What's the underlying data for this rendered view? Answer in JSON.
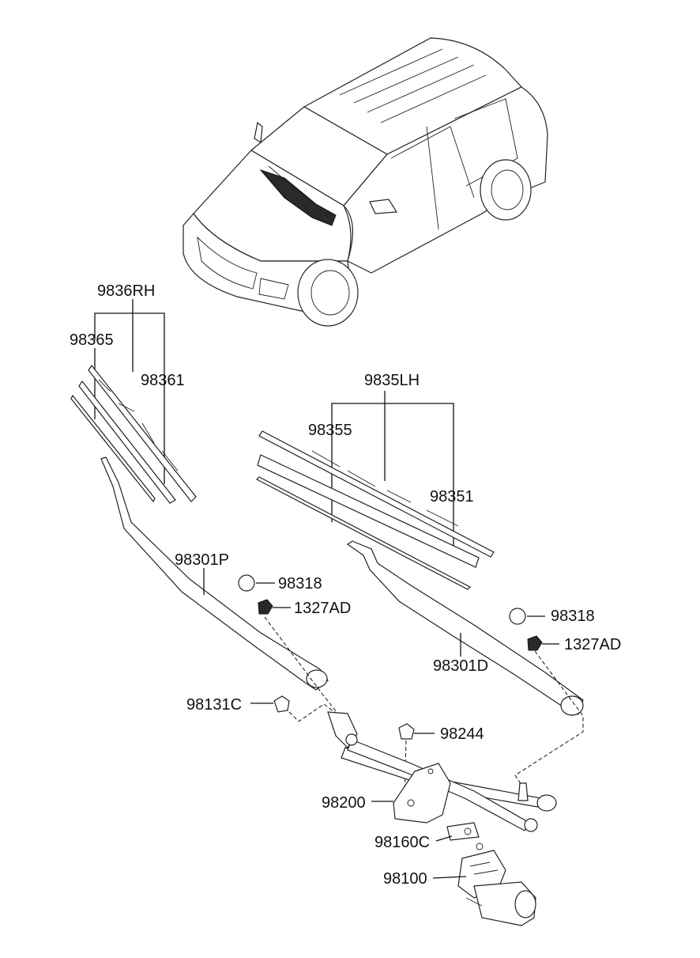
{
  "labels": {
    "rh_set": "9836RH",
    "rh_insert": "98365",
    "rh_blade": "98361",
    "lh_set": "9835LH",
    "lh_insert": "98355",
    "lh_blade": "98351",
    "arm_passenger": "98301P",
    "cap_p": "98318",
    "nut_p": "1327AD",
    "arm_driver": "98301D",
    "cap_d": "98318",
    "nut_d": "1327AD",
    "bolt": "98131C",
    "nut_linkage": "98244",
    "linkage": "98200",
    "bracket": "98160C",
    "motor": "98100"
  }
}
